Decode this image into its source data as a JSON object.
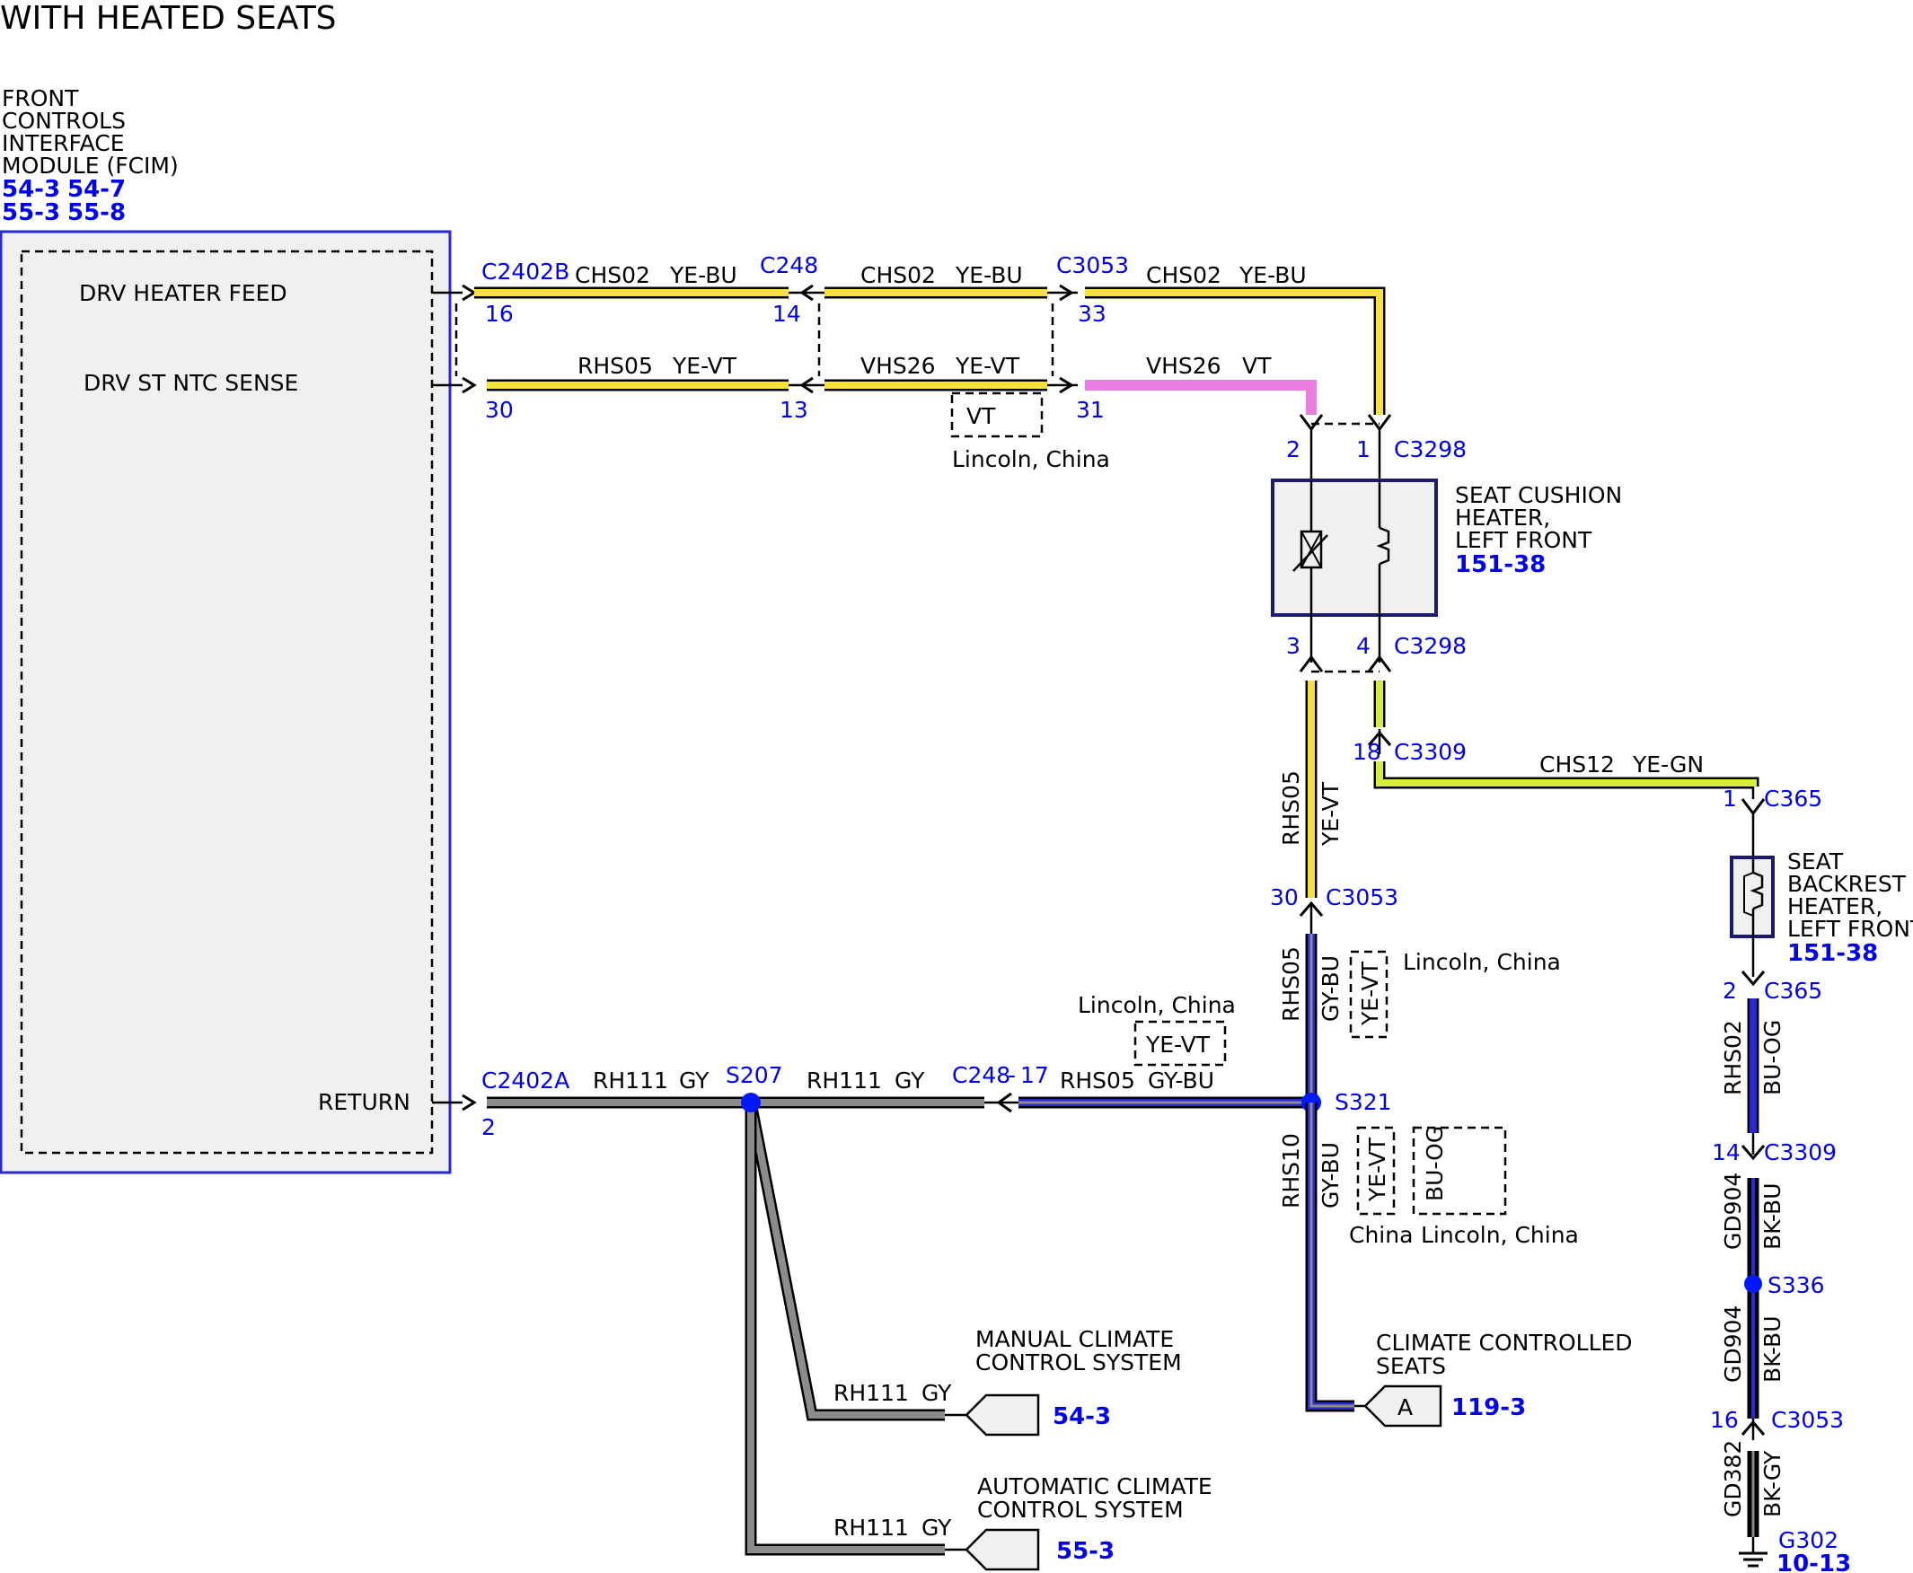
{
  "title": "WITH HEATED SEATS",
  "colors": {
    "yellow": "#f5e13a",
    "yellow_green": "#d8ec3a",
    "violet": "#e87ee0",
    "blue": "#2a2ad0",
    "gray": "#8c8c8c",
    "black": "#000000",
    "splice": "#0018ff",
    "module_fill": "#f0f0f0",
    "module_border": "#2a2ad0",
    "link": "#0000ee"
  },
  "fcim": {
    "name_lines": [
      "FRONT",
      "CONTROLS",
      "INTERFACE",
      "MODULE (FCIM)"
    ],
    "refs": [
      "54-3",
      "54-7",
      "55-3",
      "55-8"
    ],
    "pins": {
      "feed": "DRV HEATER FEED",
      "sense": "DRV ST NTC SENSE",
      "return": "RETURN"
    }
  },
  "connectors": {
    "c2402b": "C2402B",
    "c2402b_p1": "16",
    "c2402b_p2": "30",
    "c248": "C248",
    "c248_p1": "14",
    "c248_p2": "13",
    "c3053": "C3053",
    "c3053_p1": "33",
    "c3053_p2": "31",
    "c3298a": "C3298",
    "c3298a_p1": "2",
    "c3298a_p2": "1",
    "c3298b": "C3298",
    "c3298b_p1": "3",
    "c3298b_p2": "4",
    "c3309a": "C3309",
    "c3309a_p": "18",
    "c365a": "C365",
    "c365a_p": "1",
    "c365b": "C365",
    "c365b_p": "2",
    "c3053b": "C3053",
    "c3053b_p": "30",
    "c3309b": "C3309",
    "c3309b_p": "14",
    "c3053c": "C3053",
    "c3053c_p": "16",
    "c2402a": "C2402A",
    "c2402a_p": "2",
    "c248b": "C248",
    "c248b_p": "17"
  },
  "splices": {
    "s207": "S207",
    "s321": "S321",
    "s336": "S336"
  },
  "ground": {
    "name": "G302",
    "ref": "10-13"
  },
  "wires": {
    "chs02": "CHS02",
    "ye_bu": "YE-BU",
    "rhs05": "RHS05",
    "ye_vt": "YE-VT",
    "vhs26": "VHS26",
    "vt": "VT",
    "chs12": "CHS12",
    "ye_gn": "YE-GN",
    "gy_bu": "GY-BU",
    "rhs10": "RHS10",
    "rh111": "RH111",
    "gy": "GY",
    "rhs02": "RHS02",
    "bu_og": "BU-OG",
    "gd904": "GD904",
    "bk_bu": "BK-BU",
    "gd382": "GD382",
    "bk_gy": "BK-GY"
  },
  "options": {
    "vt_opt": "VT",
    "ye_vt_opt": "YE-VT",
    "bu_og_opt": "BU-OG",
    "lincoln_china": "Lincoln, China",
    "china": "China"
  },
  "components": {
    "cushion": {
      "lines": [
        "SEAT CUSHION",
        "HEATER,",
        "LEFT FRONT"
      ],
      "ref": "151-38"
    },
    "backrest": {
      "lines": [
        "SEAT",
        "BACKREST",
        "HEATER,",
        "LEFT FRONT"
      ],
      "ref": "151-38"
    }
  },
  "destinations": {
    "ccs": {
      "lines": [
        "CLIMATE CONTROLLED",
        "SEATS"
      ],
      "pin": "A",
      "ref": "119-3"
    },
    "manual": {
      "lines": [
        "MANUAL CLIMATE",
        "CONTROL SYSTEM"
      ],
      "ref": "54-3"
    },
    "auto": {
      "lines": [
        "AUTOMATIC CLIMATE",
        "CONTROL SYSTEM"
      ],
      "ref": "55-3"
    }
  }
}
